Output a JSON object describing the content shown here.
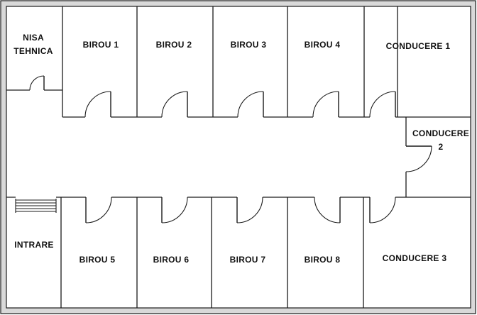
{
  "rooms": {
    "nisa_tehnica": {
      "line1": "NISA",
      "line2": "TEHNICA"
    },
    "birou_1": "BIROU  1",
    "birou_2": "BIROU  2",
    "birou_3": "BIROU  3",
    "birou_4": "BIROU  4",
    "conducere_1": "CONDUCERE  1",
    "conducere_2": {
      "line1": "CONDUCERE",
      "line2": "2"
    },
    "intrare": "INTRARE",
    "birou_5": "BIROU  5",
    "birou_6": "BIROU  6",
    "birou_7": "BIROU  7",
    "birou_8": "BIROU  8",
    "conducere_3": "CONDUCERE  3"
  }
}
